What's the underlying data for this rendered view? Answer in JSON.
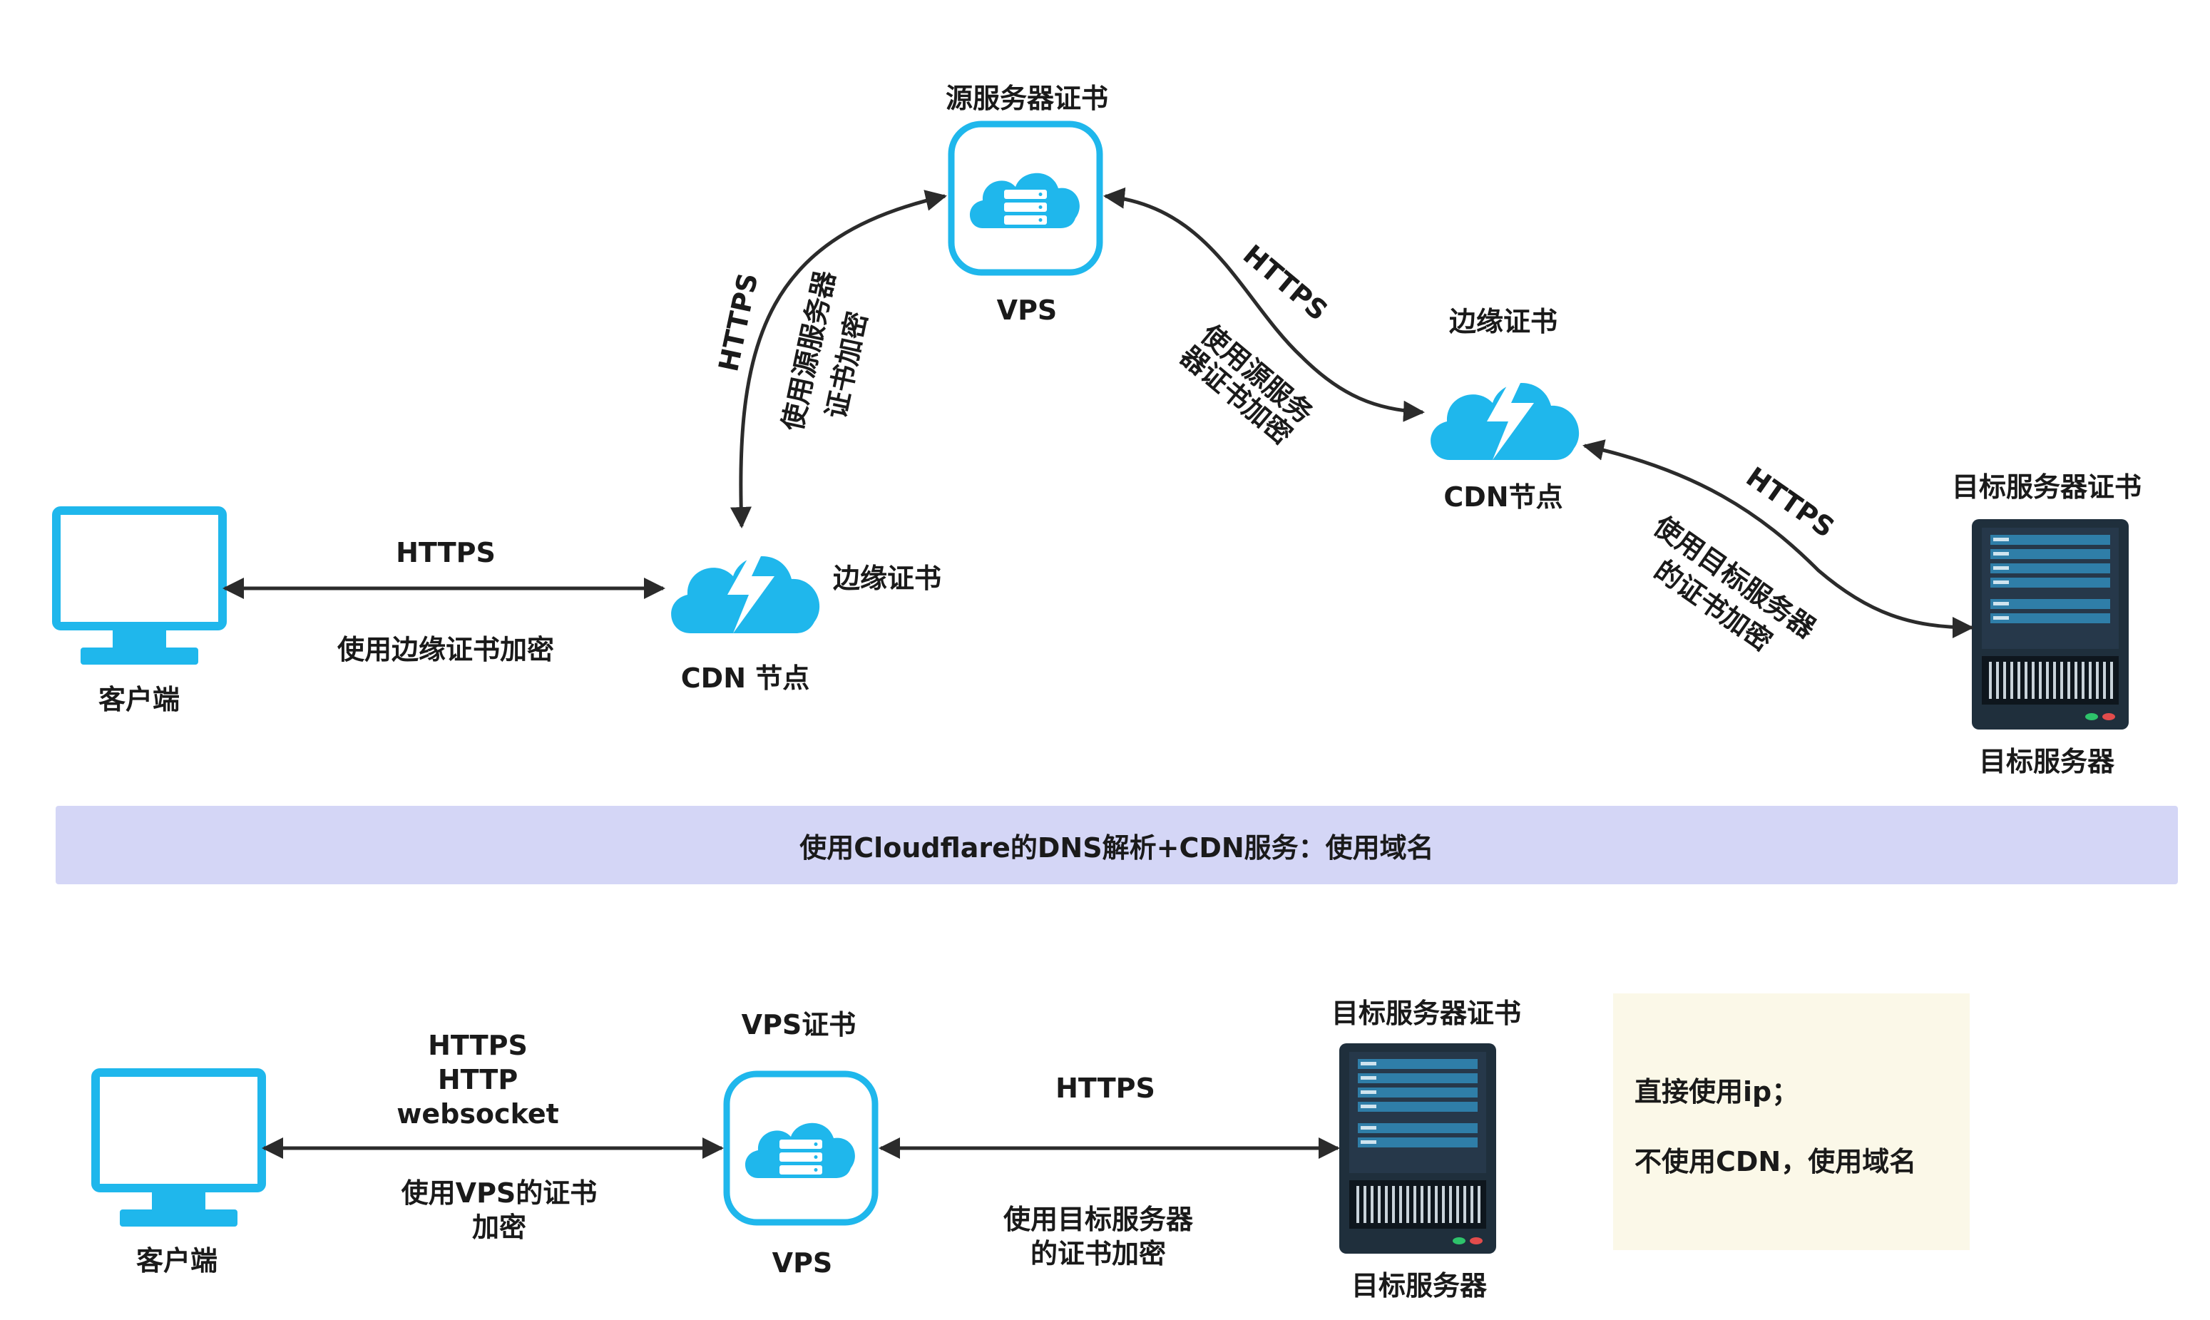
{
  "top": {
    "client": {
      "label": "客户端",
      "icon": "monitor-icon"
    },
    "link_client_cdn": {
      "protocol": "HTTPS",
      "note": "使用边缘证书加密"
    },
    "cdn1": {
      "label": "CDN 节点",
      "cert": "边缘证书",
      "icon": "lightning-cloud-icon"
    },
    "link_cdn_vps": {
      "protocol": "HTTPS",
      "note_line1": "使用源服务器",
      "note_line2": "证书加密"
    },
    "vps": {
      "label": "VPS",
      "cert": "源服务器证书",
      "icon": "cloud-server-icon"
    },
    "link_vps_cdn": {
      "protocol": "HTTPS",
      "note_line1": "使用源服务",
      "note_line2": "器证书加密"
    },
    "cdn2": {
      "label": "CDN节点",
      "cert": "边缘证书",
      "icon": "lightning-cloud-icon"
    },
    "link_cdn_target": {
      "protocol": "HTTPS",
      "note_line1": "使用目标服务器",
      "note_line2": "的证书加密"
    },
    "target": {
      "label": "目标服务器",
      "cert": "目标服务器证书",
      "icon": "server-rack-icon"
    }
  },
  "banner": {
    "text": "使用Cloudflare的DNS解析+CDN服务：使用域名"
  },
  "bottom": {
    "client": {
      "label": "客户端",
      "icon": "monitor-icon"
    },
    "link_client_vps": {
      "protocols": [
        "HTTPS",
        "HTTP",
        "websocket"
      ],
      "note_line1": "使用VPS的证书",
      "note_line2": "加密"
    },
    "vps": {
      "label": "VPS",
      "cert": "VPS证书",
      "icon": "cloud-server-icon"
    },
    "link_vps_target": {
      "protocol": "HTTPS",
      "note_line1": "使用目标服务器",
      "note_line2": "的证书加密"
    },
    "target": {
      "label": "目标服务器",
      "cert": "目标服务器证书",
      "icon": "server-rack-icon"
    }
  },
  "note": {
    "line1": "直接使用ip；",
    "line2": "不使用CDN，使用域名"
  },
  "colors": {
    "icon_blue": "#1fb7ec",
    "server_dark": "#1f2f3c",
    "banner_bg": "#d4d6f6",
    "note_bg": "#fbf8e8",
    "arrow": "#2b2b2b"
  }
}
